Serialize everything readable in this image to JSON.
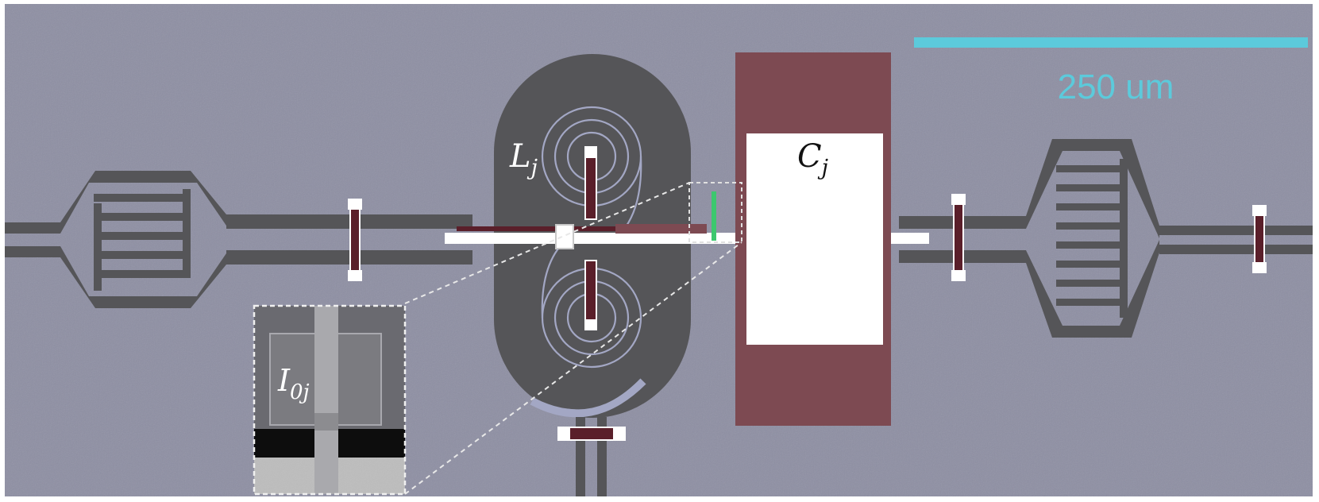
{
  "labels": {
    "inductor": "L",
    "inductor_sub": "j",
    "capacitor": "C",
    "capacitor_sub": "j",
    "current": "I",
    "current_sub": "0j"
  },
  "scale_bar": {
    "text": "250 um",
    "color": "#5ccadb"
  },
  "colors": {
    "substrate": "#8e8fa3",
    "metal_dark": "#555558",
    "capacitor_pad": "#7d4a52",
    "bright_metal": "#ffffff",
    "junction_highlight": "#3cc86e",
    "bridge": "#5a1f2a"
  }
}
